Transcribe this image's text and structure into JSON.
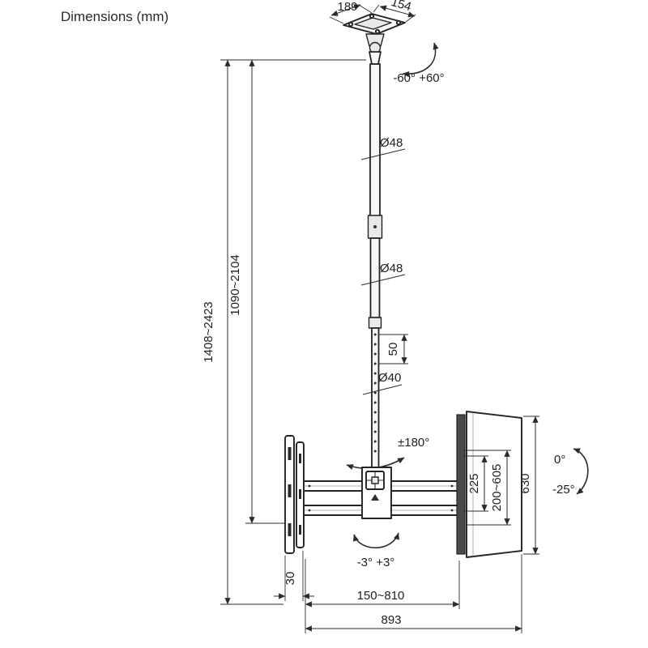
{
  "title": "Dimensions (mm)",
  "colors": {
    "line": "#2b2b2b",
    "background": "#ffffff"
  },
  "dimensions": {
    "ceiling_plate_width": "189",
    "ceiling_plate_depth": "154",
    "top_swivel_range": "-60° +60°",
    "upper_pole_diameter": "Ø48",
    "middle_pole_diameter": "Ø48",
    "height_adjustment_step": "50",
    "lower_pole_diameter": "Ø40",
    "overall_height_range": "1408~2423",
    "inner_height_range": "1090~2104",
    "pole_rotation_range": "±180°",
    "bracket_plate_height": "225",
    "vesa_height_range": "200~605",
    "side_panel_height": "630",
    "tilt_up": "0°",
    "tilt_down": "-25°",
    "leveling_range": "-3° +3°",
    "rail_depth": "30",
    "vesa_width_range": "150~810",
    "overall_width": "893"
  }
}
